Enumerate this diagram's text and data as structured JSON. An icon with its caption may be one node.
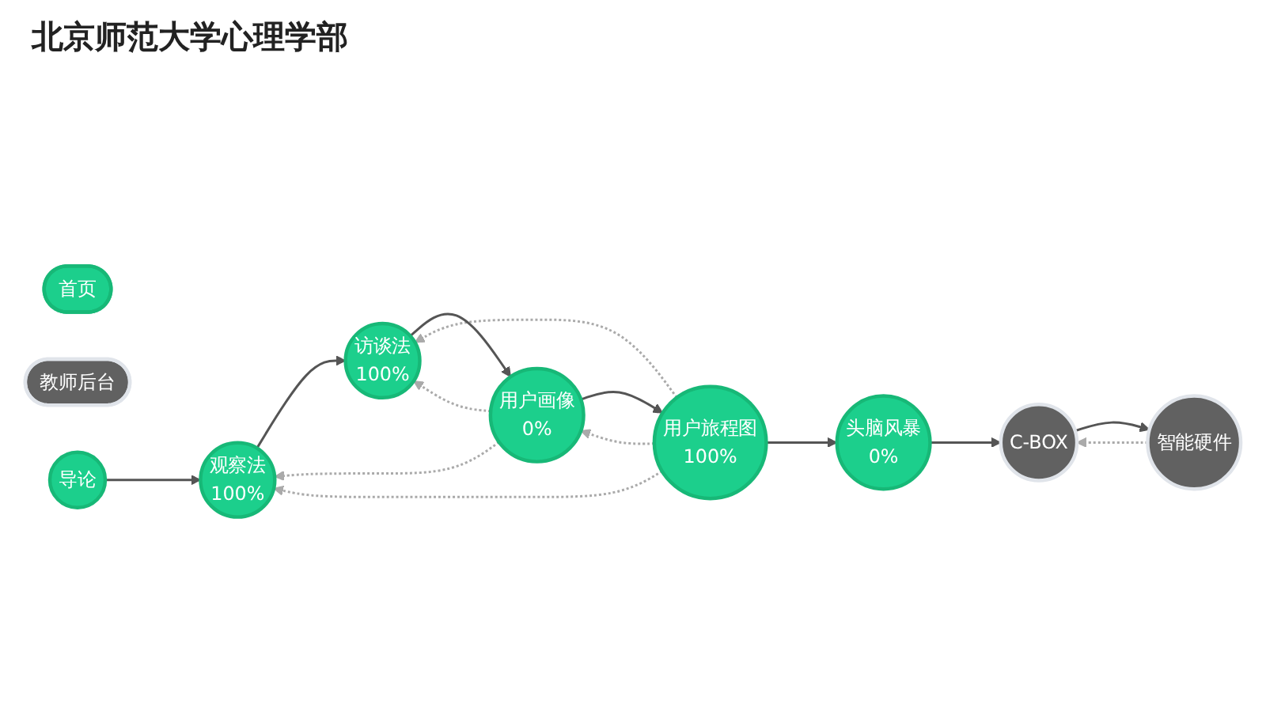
{
  "diagram": {
    "title": "北京师范大学心理学部",
    "nodes": [
      {
        "text": [
          "首页"
        ]
      },
      {
        "text": [
          "教师后台"
        ]
      },
      {
        "text": [
          "导论"
        ]
      },
      {
        "text": [
          "观察法",
          "100%"
        ]
      },
      {
        "text": [
          "用户旅程图",
          "100%"
        ]
      },
      {
        "text": [
          "头脑风暴",
          "0%"
        ]
      },
      {
        "text": [
          "访谈法",
          "100%"
        ]
      },
      {
        "text": [
          "用户画像",
          "0%"
        ]
      },
      {
        "text": [
          "C-BOX"
        ]
      },
      {
        "text": [
          "智能硬件"
        ]
      }
    ],
    "edges": [
      {
        "from": 2,
        "to": 3,
        "arrow": "to"
      },
      {
        "from": 4,
        "to": 3,
        "arrow": "to",
        "style": "dashed",
        "color": "#aaaaaa"
      },
      {
        "from": 4,
        "to": 5,
        "arrow": "to"
      },
      {
        "from": 3,
        "to": 6,
        "arrow": "to"
      },
      {
        "from": 7,
        "to": 3,
        "arrow": "to",
        "style": "dashed",
        "color": "#aaaaaa"
      },
      {
        "from": 4,
        "to": 6,
        "arrow": "to",
        "style": "dashed",
        "color": "#aaaaaa"
      },
      {
        "from": 7,
        "to": 4,
        "arrow": "to"
      },
      {
        "from": 4,
        "to": 7,
        "arrow": "to",
        "style": "dashed",
        "color": "#aaaaaa"
      },
      {
        "from": 6,
        "to": 7,
        "arrow": "to"
      },
      {
        "from": 7,
        "to": 6,
        "arrow": "to",
        "style": "dashed",
        "color": "#aaaaaa"
      },
      {
        "from": 5,
        "to": 8,
        "arrow": "to"
      },
      {
        "from": 9,
        "to": 8,
        "arrow": "to",
        "style": "dashed",
        "color": "#aaaaaa"
      },
      {
        "from": 8,
        "to": 9,
        "arrow": "to"
      }
    ]
  }
}
